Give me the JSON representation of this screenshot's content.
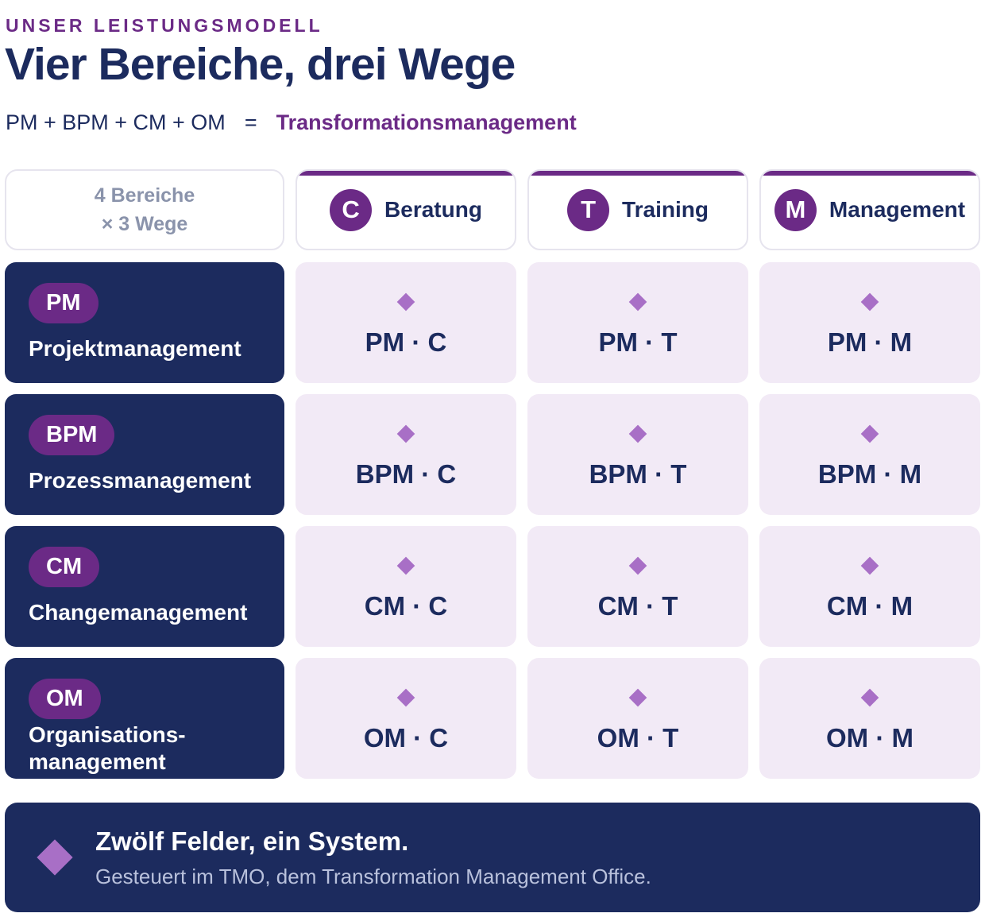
{
  "header": {
    "eyebrow": "UNSER LEISTUNGSMODELL",
    "title": "Vier Bereiche, drei Wege",
    "formula": {
      "left": "PM + BPM + CM + OM",
      "equals": "=",
      "result": "Transformationsmanagement"
    }
  },
  "corner": {
    "line1": "4 Bereiche",
    "line2": "× 3 Wege"
  },
  "columns": [
    {
      "letter": "C",
      "label": "Beratung"
    },
    {
      "letter": "T",
      "label": "Training"
    },
    {
      "letter": "M",
      "label": "Management"
    }
  ],
  "rows": [
    {
      "abbr": "PM",
      "name": "Projektmanagement",
      "cells": [
        "PM · C",
        "PM · T",
        "PM · M"
      ]
    },
    {
      "abbr": "BPM",
      "name": "Prozessmanagement",
      "cells": [
        "BPM · C",
        "BPM · T",
        "BPM · M"
      ]
    },
    {
      "abbr": "CM",
      "name": "Changemanagement",
      "cells": [
        "CM · C",
        "CM · T",
        "CM · M"
      ]
    },
    {
      "abbr": "OM",
      "name": "Organisations-­management",
      "name_line1": "Organisations-",
      "name_line2": "management",
      "cells": [
        "OM · C",
        "OM · T",
        "OM · M"
      ]
    }
  ],
  "footer": {
    "headline": "Zwölf Felder, ein System.",
    "subline": "Gesteuert im TMO, dem Transformation Management Office."
  },
  "colors": {
    "navy": "#1c2b5e",
    "purple": "#6b2a86",
    "cell_bg": "#f2eaf6",
    "diamond": "#a86fc6"
  },
  "icons": {
    "cell_marker": "diamond-icon",
    "footer_marker": "diamond-icon"
  }
}
